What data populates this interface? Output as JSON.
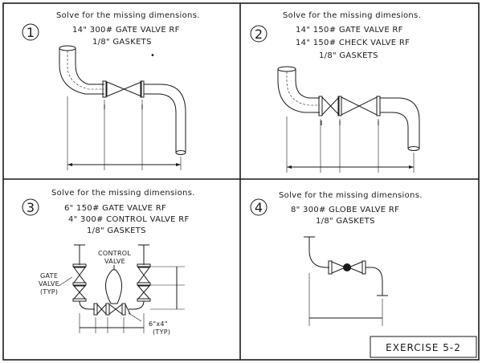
{
  "exercises": [
    {
      "number": "1",
      "instruction": "Solve for the missing dimensions.",
      "specs": [
        "14\" 300# GATE VALVE RF",
        "1/8\" GASKETS"
      ]
    },
    {
      "number": "2",
      "instruction": "Solve for the missing dimesions.",
      "specs": [
        "14\" 150# GATE VALVE RF",
        "14\" 150# CHECK VALVE RF",
        "1/8\" GASKETS"
      ]
    },
    {
      "number": "3",
      "instruction": "Solve for the missing dimensions.",
      "specs": [
        "6\" 150# GATE VALVE RF",
        "4\" 300# CONTROL VALVE RF",
        "1/8\" GASKETS"
      ],
      "labels": {
        "gate_valve": [
          "GATE",
          "VALVE",
          "(TYP)"
        ],
        "control_valve": [
          "CONTROL",
          "VALVE"
        ],
        "reducer": [
          "6\"x4\"",
          "(TYP)"
        ]
      }
    },
    {
      "number": "4",
      "instruction": "Solve for the missing dimensions.",
      "specs": [
        "8\" 300# GLOBE VALVE RF",
        "1/8\" GASKETS"
      ]
    }
  ],
  "exercise_label": "EXERCISE 5-2"
}
